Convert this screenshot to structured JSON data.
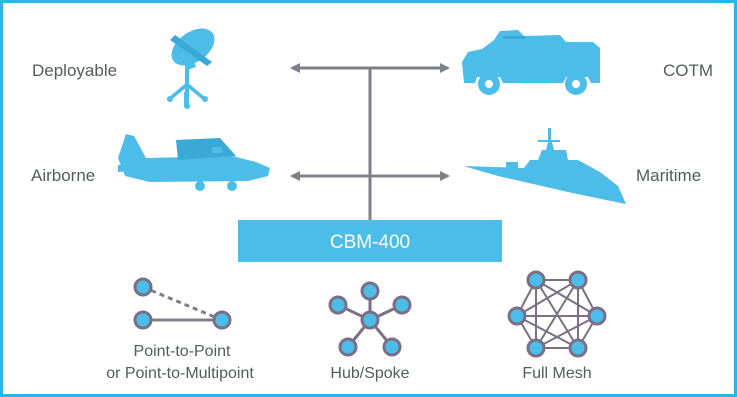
{
  "labels": {
    "deployable": "Deployable",
    "cotm": "COTM",
    "airborne": "Airborne",
    "maritime": "Maritime"
  },
  "hub": {
    "label": "CBM-400"
  },
  "topologies": {
    "p2p_line1": "Point-to-Point",
    "p2p_line2": "or Point-to-Multipoint",
    "hub_spoke": "Hub/Spoke",
    "full_mesh": "Full Mesh"
  },
  "colors": {
    "accent": "#4cbde9",
    "frame": "#29b5e8",
    "arrow": "#7f7f87",
    "node_stroke": "#7a6f84",
    "text": "#555a5e"
  }
}
